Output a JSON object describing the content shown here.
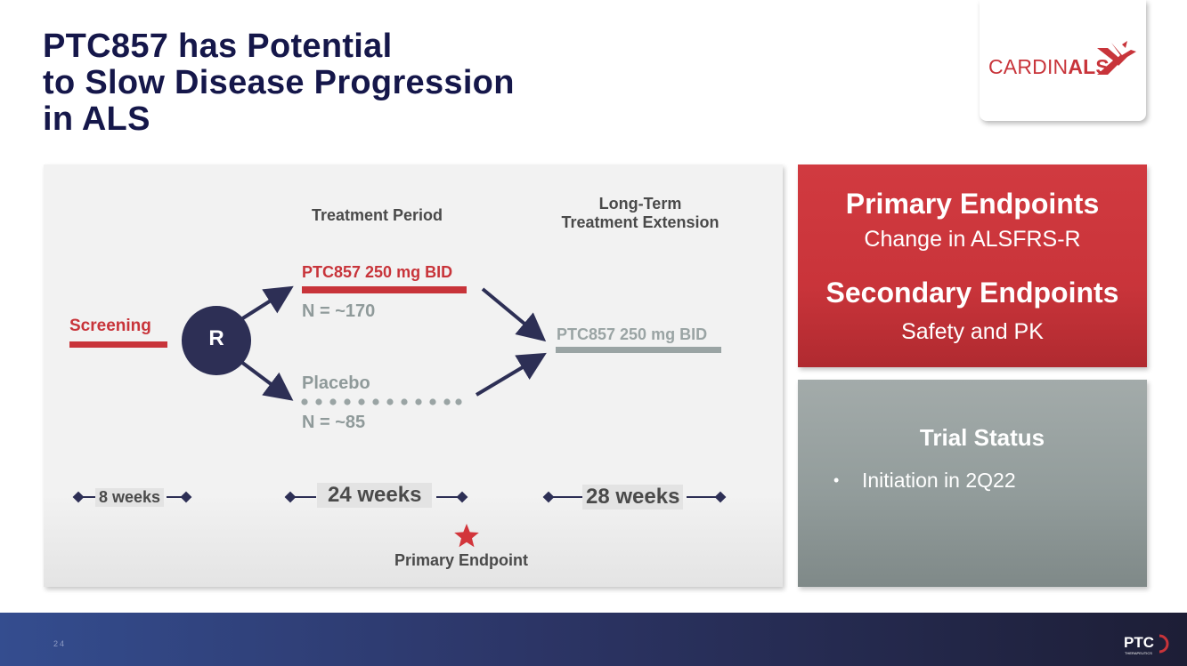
{
  "slide": {
    "title_lines": [
      "PTC857 has Potential",
      "to Slow Disease Progression",
      "in ALS"
    ],
    "page_number": "24"
  },
  "logo": {
    "cardinals_regular": "CARDIN",
    "cardinals_bold": "ALS"
  },
  "diagram": {
    "treatment_period_header": "Treatment Period",
    "long_term_header_line1": "Long-Term",
    "long_term_header_line2": "Treatment Extension",
    "screening_label": "Screening",
    "randomization_label": "R",
    "arm_active_label": "PTC857 250 mg BID",
    "arm_active_n": "N = ~170",
    "arm_placebo_label": "Placebo",
    "arm_placebo_n": "N = ~85",
    "extension_label": "PTC857 250 mg BID",
    "timeline": [
      "8 weeks",
      "24 weeks",
      "28 weeks"
    ],
    "primary_endpoint_label": "Primary Endpoint"
  },
  "endpoints_box": {
    "primary_heading": "Primary Endpoints",
    "primary_text": "Change in ALSFRS-R",
    "secondary_heading": "Secondary Endpoints",
    "secondary_text": "Safety and PK"
  },
  "trial_status_box": {
    "heading": "Trial Status",
    "items": [
      "Initiation in 2Q22"
    ]
  },
  "footer": {
    "company_logo_text": "PTC",
    "company_logo_subtext": "THERAPEUTICS"
  },
  "colors": {
    "title_navy": "#15174a",
    "brand_red": "#c8343a",
    "gray_green": "#9aa4a4",
    "navy_circle": "#2d2f55"
  }
}
